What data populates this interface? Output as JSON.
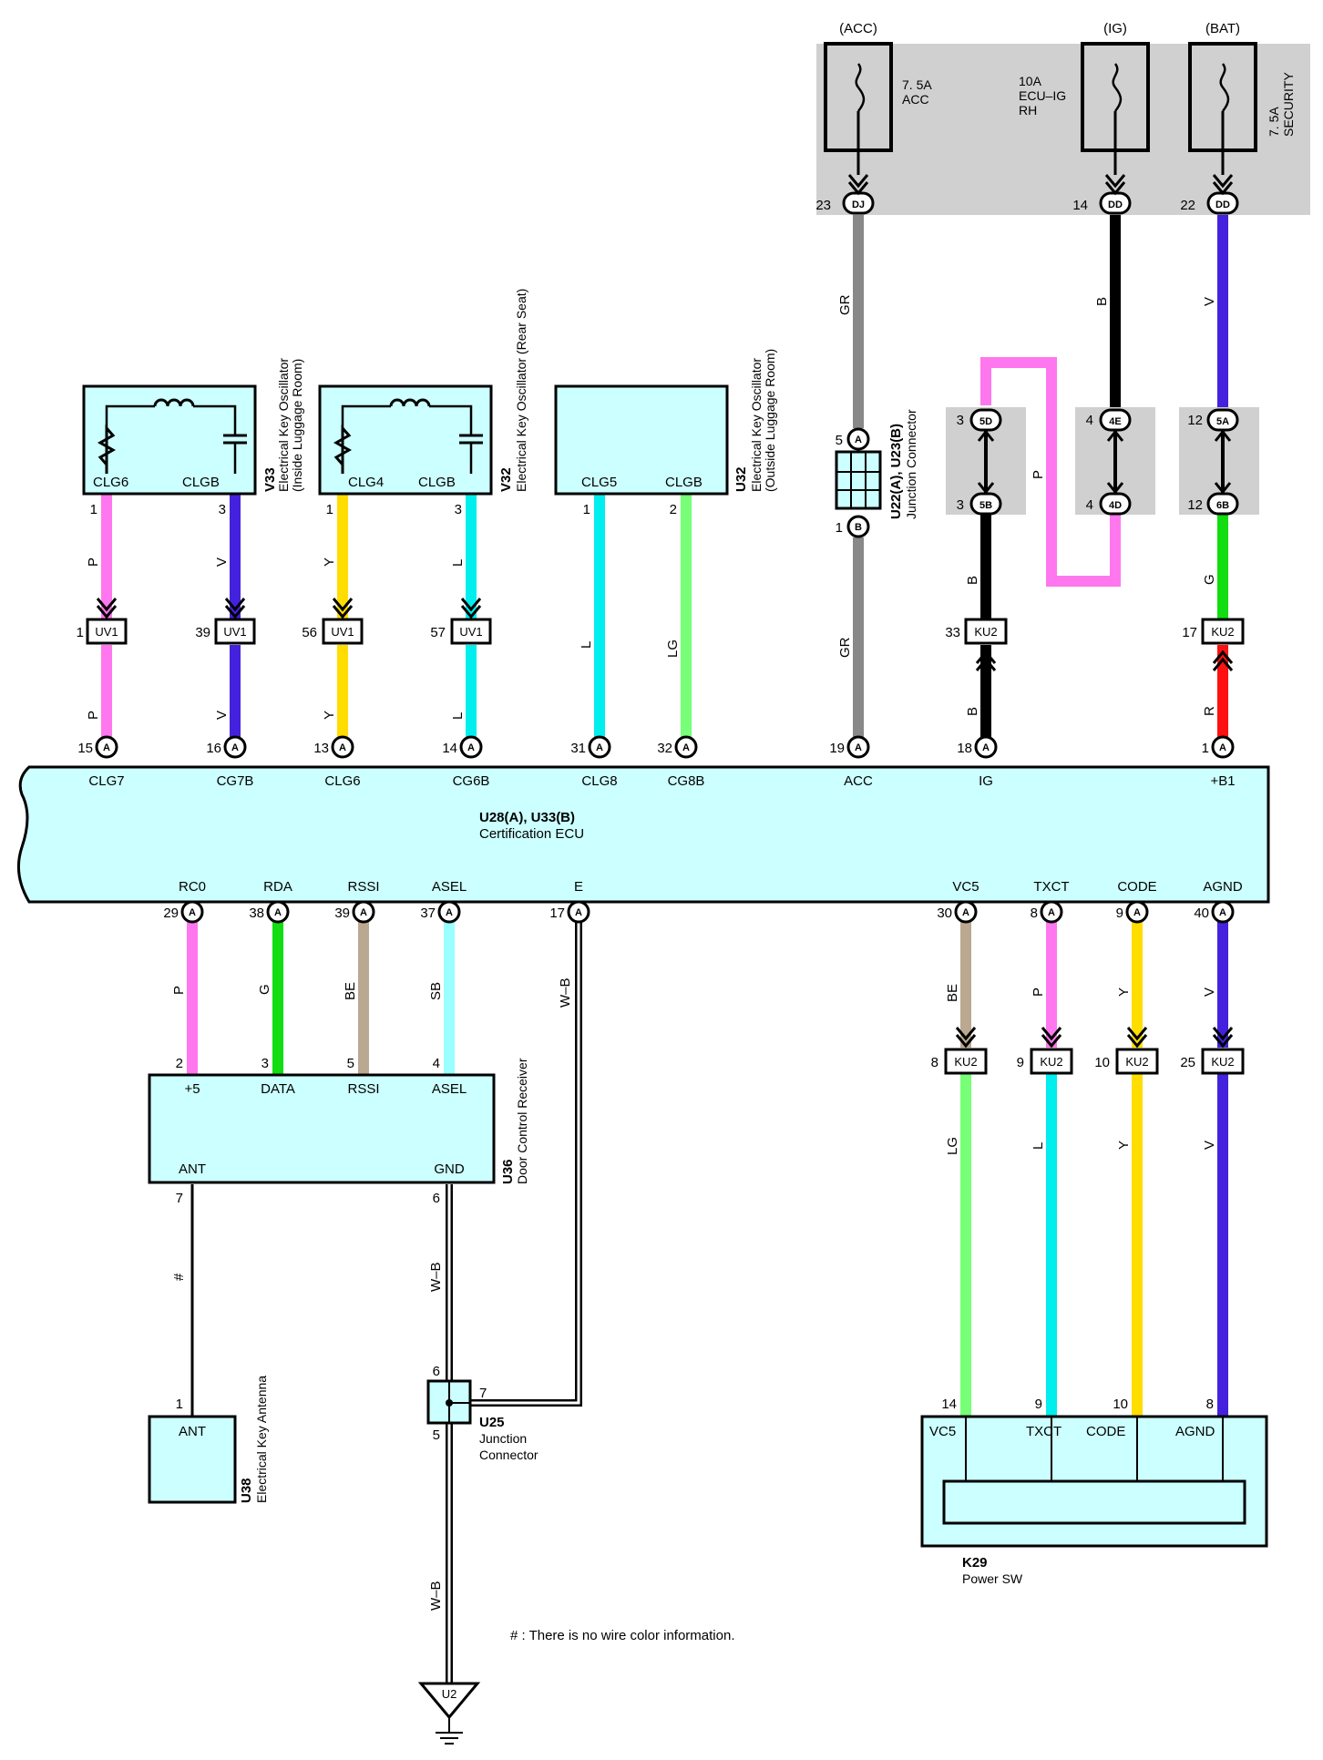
{
  "fuse_box": {
    "fuses": [
      {
        "source": "(ACC)",
        "rating": "7. 5A",
        "name_lines": [
          "ACC"
        ],
        "pin": "23",
        "conn": "DJ"
      },
      {
        "source": "(IG)",
        "rating": "10A",
        "name_lines": [
          "ECU–IG",
          "RH"
        ],
        "pin": "14",
        "conn": "DD"
      },
      {
        "source": "(BAT)",
        "rating": "7. 5A",
        "name_lines": [
          "SECURITY"
        ],
        "pin": "22",
        "conn": "DD"
      }
    ]
  },
  "oscillators": [
    {
      "code": "V33",
      "lines": [
        "Electrical Key Oscillator",
        "(Inside Luggage Room)"
      ],
      "pins": [
        {
          "label": "CLG6",
          "num": "1"
        },
        {
          "label": "CLGB",
          "num": "3"
        }
      ]
    },
    {
      "code": "V32",
      "lines": [
        "Electrical Key Oscillator (Rear Seat)"
      ],
      "pins": [
        {
          "label": "CLG4",
          "num": "1"
        },
        {
          "label": "CLGB",
          "num": "3"
        }
      ]
    },
    {
      "code": "U32",
      "lines": [
        "Electrical Key Oscillator",
        "(Outside Luggage Room)"
      ],
      "pins": [
        {
          "label": "CLG5",
          "num": "1"
        },
        {
          "label": "CLGB",
          "num": "2"
        }
      ]
    }
  ],
  "uv1_connectors": [
    {
      "label": "UV1",
      "pin": "1"
    },
    {
      "label": "UV1",
      "pin": "39"
    },
    {
      "label": "UV1",
      "pin": "56"
    },
    {
      "label": "UV1",
      "pin": "57"
    }
  ],
  "junction_u22": {
    "code": "U22(A), U23(B)",
    "name": "Junction Connector",
    "pin_a": "5",
    "letter_a": "A",
    "pin_b": "1",
    "letter_b": "B"
  },
  "splices": [
    {
      "top_pin": "3",
      "top_conn": "5D",
      "bot_pin": "3",
      "bot_conn": "5B"
    },
    {
      "top_pin": "4",
      "top_conn": "4E",
      "bot_pin": "4",
      "bot_conn": "4D"
    },
    {
      "top_pin": "12",
      "top_conn": "5A",
      "bot_pin": "12",
      "bot_conn": "6B"
    }
  ],
  "ku2_upper": [
    {
      "label": "KU2",
      "pin": "33"
    },
    {
      "label": "KU2",
      "pin": "17"
    }
  ],
  "ecu": {
    "code": "U28(A), U33(B)",
    "name": "Certification ECU",
    "top_pins": [
      {
        "num": "15",
        "letter": "A",
        "label": "CLG7"
      },
      {
        "num": "16",
        "letter": "A",
        "label": "CG7B"
      },
      {
        "num": "13",
        "letter": "A",
        "label": "CLG6"
      },
      {
        "num": "14",
        "letter": "A",
        "label": "CG6B"
      },
      {
        "num": "31",
        "letter": "A",
        "label": "CLG8"
      },
      {
        "num": "32",
        "letter": "A",
        "label": "CG8B"
      },
      {
        "num": "19",
        "letter": "A",
        "label": "ACC"
      },
      {
        "num": "18",
        "letter": "A",
        "label": "IG"
      },
      {
        "num": "1",
        "letter": "A",
        "label": "+B1"
      }
    ],
    "bottom_pins": [
      {
        "num": "29",
        "letter": "A",
        "label": "RC0"
      },
      {
        "num": "38",
        "letter": "A",
        "label": "RDA"
      },
      {
        "num": "39",
        "letter": "A",
        "label": "RSSI"
      },
      {
        "num": "37",
        "letter": "A",
        "label": "ASEL"
      },
      {
        "num": "17",
        "letter": "A",
        "label": "E"
      },
      {
        "num": "30",
        "letter": "A",
        "label": "VC5"
      },
      {
        "num": "8",
        "letter": "A",
        "label": "TXCT"
      },
      {
        "num": "9",
        "letter": "A",
        "label": "CODE"
      },
      {
        "num": "40",
        "letter": "A",
        "label": "AGND"
      }
    ]
  },
  "wire_colors": {
    "w1_top": "P",
    "w1_bot": "P",
    "w2_top": "V",
    "w2_bot": "V",
    "w3_top": "Y",
    "w3_bot": "Y",
    "w4_top": "L",
    "w4_bot": "L",
    "w5": "L",
    "w6": "LG",
    "acc_top": "GR",
    "acc_bot": "GR",
    "ig_top": "B",
    "ig_bot": "B",
    "ig_loop": "P",
    "ig_mid": "B",
    "bat_top": "V",
    "bat_mid": "G",
    "bat_bot": "R",
    "rc0": "P",
    "rda": "G",
    "rssi": "BE",
    "asel": "SB",
    "e": "W–B",
    "vc5_top": "BE",
    "txct_top": "P",
    "code_top": "Y",
    "agnd_top": "V",
    "vc5_bot": "LG",
    "txct_bot": "L",
    "code_bot": "Y",
    "agnd_bot": "V",
    "ant": "#",
    "gnd_top": "W–B",
    "gnd_bot": "W–B"
  },
  "colors": {
    "P": "#ff77ee",
    "V": "#4422dd",
    "Y": "#ffdd00",
    "L": "#00eeee",
    "LG": "#77ff77",
    "GR": "#888888",
    "B": "#000000",
    "G": "#11dd11",
    "R": "#ff1111",
    "BE": "#bba890",
    "SB": "#99ffff",
    "component_fill": "#ccffff",
    "fuse_bg": "#d0d0d0"
  },
  "receiver": {
    "code": "U36",
    "name": "Door Control Receiver",
    "top_pins": [
      {
        "num": "2",
        "label": "+5"
      },
      {
        "num": "3",
        "label": "DATA"
      },
      {
        "num": "5",
        "label": "RSSI"
      },
      {
        "num": "4",
        "label": "ASEL"
      }
    ],
    "bottom_pins": [
      {
        "num": "7",
        "label": "ANT"
      },
      {
        "num": "6",
        "label": "GND"
      }
    ]
  },
  "antenna": {
    "code": "U38",
    "name": "Electrical Key Antenna",
    "pin": "1",
    "label": "ANT"
  },
  "junction_u25": {
    "code": "U25",
    "name_lines": [
      "Junction",
      "Connector"
    ],
    "pin_top": "6",
    "pin_right": "7",
    "pin_bot": "5"
  },
  "ku2_lower": [
    {
      "label": "KU2",
      "pin": "8"
    },
    {
      "label": "KU2",
      "pin": "9"
    },
    {
      "label": "KU2",
      "pin": "10"
    },
    {
      "label": "KU2",
      "pin": "25"
    }
  ],
  "power_sw": {
    "code": "K29",
    "name": "Power SW",
    "pins": [
      {
        "num": "14",
        "label": "VC5"
      },
      {
        "num": "9",
        "label": "TXCT"
      },
      {
        "num": "10",
        "label": "CODE"
      },
      {
        "num": "8",
        "label": "AGND"
      }
    ]
  },
  "ground": {
    "label": "U2"
  },
  "footnote": "# : There is no wire color information."
}
